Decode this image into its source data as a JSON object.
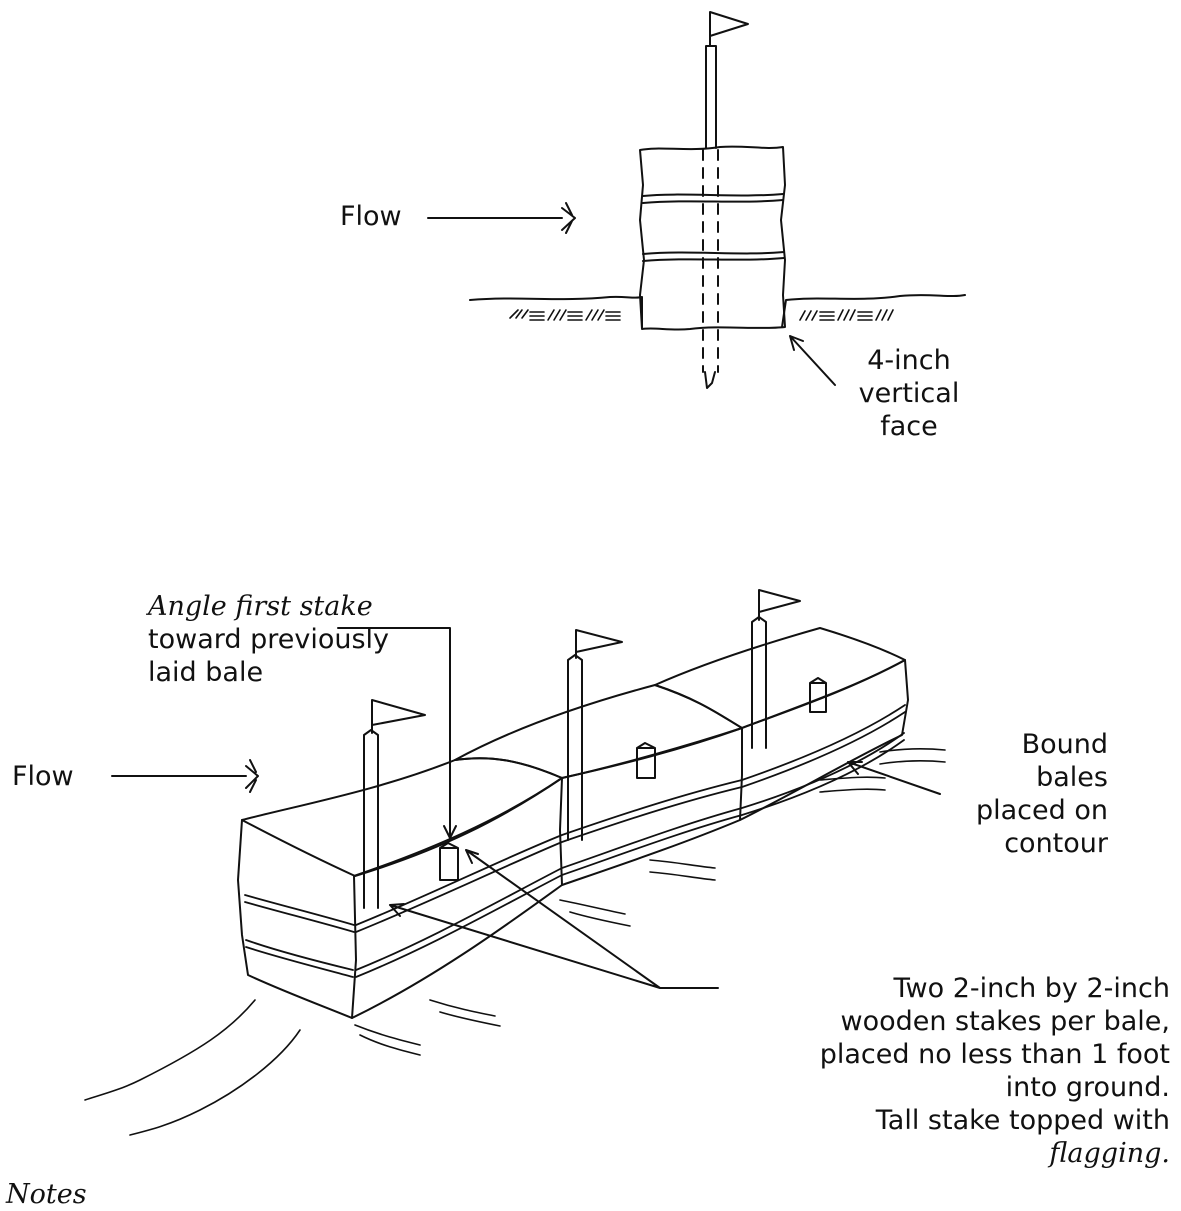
{
  "top_view": {
    "flow_label": "Flow",
    "face_label_lines": [
      "4-inch",
      "vertical",
      "face"
    ]
  },
  "bottom_view": {
    "flow_label": "Flow",
    "angle_stake_title": "Angle first stake",
    "angle_stake_lines": [
      "toward previously",
      "laid bale"
    ],
    "bound_bales_lines": [
      "Bound",
      "bales",
      "placed on",
      "contour"
    ],
    "stakes_note_lines": [
      "Two 2-inch by 2-inch",
      "wooden stakes per bale,",
      "placed no less than 1 foot",
      "into ground.",
      "Tall stake topped with"
    ],
    "stakes_note_last": "flagging."
  },
  "footer": {
    "notes_label": "Notes"
  }
}
